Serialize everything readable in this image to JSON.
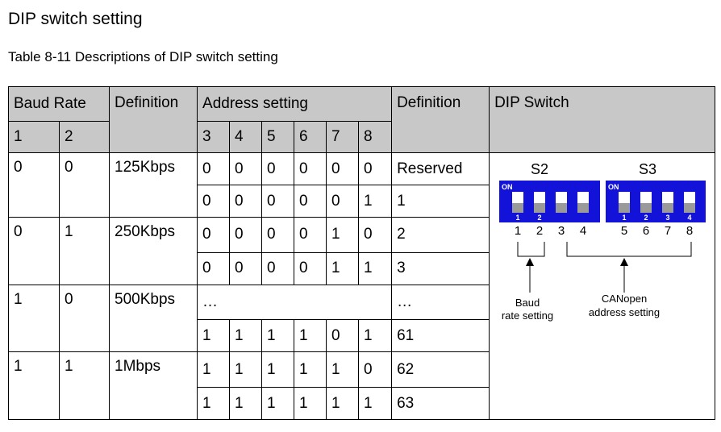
{
  "page_title": "DIP switch setting",
  "table_caption": "Table 8-11 Descriptions of DIP switch setting",
  "headers": {
    "baud_rate": "Baud Rate",
    "definition1": "Definition",
    "address_setting": "Address setting",
    "definition2": "Definition",
    "dip_switch": "DIP Switch",
    "baud_bits": [
      "1",
      "2"
    ],
    "address_bits": [
      "3",
      "4",
      "5",
      "6",
      "7",
      "8"
    ]
  },
  "groups": [
    {
      "baud": [
        "0",
        "0"
      ],
      "rate": "125Kbps",
      "rows": [
        {
          "bits": [
            "0",
            "0",
            "0",
            "0",
            "0",
            "0"
          ],
          "def": "Reserved"
        },
        {
          "bits": [
            "0",
            "0",
            "0",
            "0",
            "0",
            "1"
          ],
          "def": "1"
        }
      ]
    },
    {
      "baud": [
        "0",
        "1"
      ],
      "rate": "250Kbps",
      "rows": [
        {
          "bits": [
            "0",
            "0",
            "0",
            "0",
            "1",
            "0"
          ],
          "def": "2"
        },
        {
          "bits": [
            "0",
            "0",
            "0",
            "0",
            "1",
            "1"
          ],
          "def": "3"
        }
      ]
    },
    {
      "baud": [
        "1",
        "0"
      ],
      "rate": "500Kbps",
      "rows": [
        {
          "ellipsis": "…",
          "def": "…"
        },
        {
          "bits": [
            "1",
            "1",
            "1",
            "1",
            "0",
            "1"
          ],
          "def": "61"
        }
      ]
    },
    {
      "baud": [
        "1",
        "1"
      ],
      "rate": "1Mbps",
      "rows": [
        {
          "bits": [
            "1",
            "1",
            "1",
            "1",
            "1",
            "0"
          ],
          "def": "62"
        },
        {
          "bits": [
            "1",
            "1",
            "1",
            "1",
            "1",
            "1"
          ],
          "def": "63"
        }
      ]
    }
  ],
  "diagram": {
    "s2_label": "S2",
    "s3_label": "S3",
    "on_label": "ON",
    "s2_switch_numbers": [
      "1",
      "2"
    ],
    "s3_switch_numbers": [
      "1",
      "2",
      "3",
      "4"
    ],
    "s2_on_body_digits": [
      "1",
      "2",
      "",
      ""
    ],
    "s3_on_body_digits": [
      "1",
      "2",
      "3",
      "4"
    ],
    "pin_numbers": [
      "1",
      "2",
      "3",
      "4",
      "5",
      "6",
      "7",
      "8"
    ],
    "baud_label_line1": "Baud",
    "baud_label_line2": "rate setting",
    "canopen_label_line1": "CANopen",
    "canopen_label_line2": "address setting",
    "switch_color": "#1212d8"
  }
}
